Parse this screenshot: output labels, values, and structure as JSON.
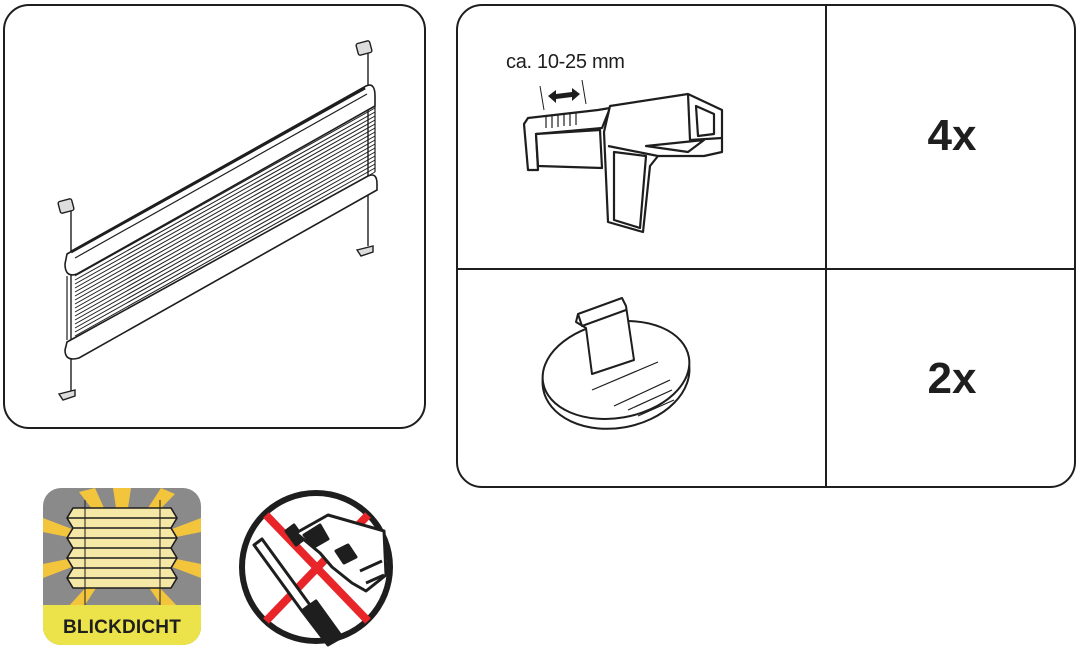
{
  "product_illustration": {
    "subject": "pleated blind with top and bottom rails, tension cords and cord holders"
  },
  "parts": {
    "bracket": {
      "dimension_label": "ca. 10-25 mm",
      "quantity": "4x",
      "icon": "clamp-bracket-icon"
    },
    "cord_holder": {
      "quantity": "2x",
      "icon": "adhesive-cord-clip-icon"
    }
  },
  "badges": {
    "blickdicht": {
      "label": "BLICKDICHT",
      "icon": "pleated-blind-sun-icon",
      "colors": {
        "background": "#8a8a8a",
        "strip": "#ece34a",
        "fabric": "#f5e7a6",
        "sun": "#f2c53d"
      }
    },
    "no_drilling": {
      "icon": "no-drilling-icon",
      "colors": {
        "cross": "#e8262a",
        "ring": "#1e1e1e"
      }
    }
  }
}
